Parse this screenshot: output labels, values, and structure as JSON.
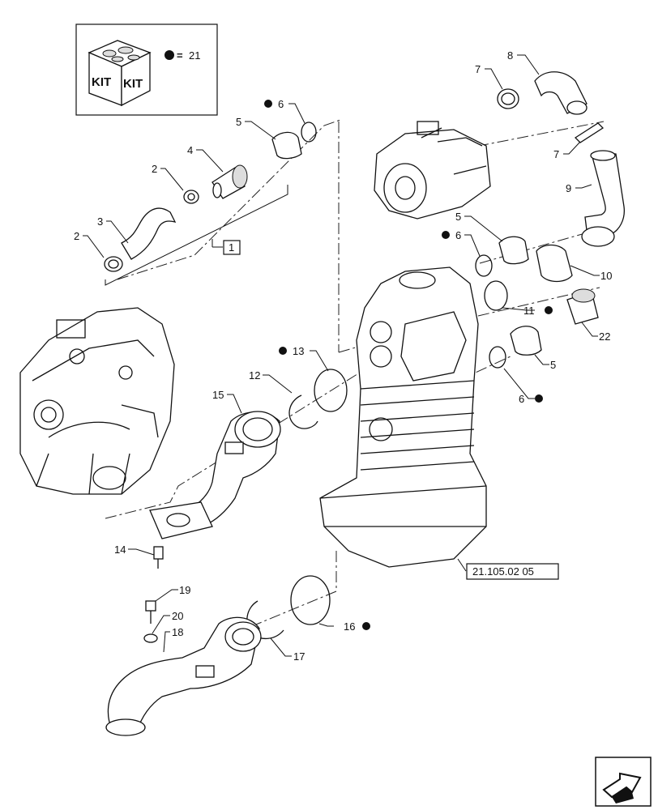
{
  "kit_legend": {
    "kit_text_1": "KIT",
    "kit_text_2": "KIT",
    "equals": "=",
    "kit_number": "21"
  },
  "callouts": {
    "c1": "1",
    "c2a": "2",
    "c2b": "2",
    "c3": "3",
    "c4": "4",
    "c5a": "5",
    "c5b": "5",
    "c5c": "5",
    "c6a": "6",
    "c6b": "6",
    "c6c": "6",
    "c7a": "7",
    "c7b": "7",
    "c8": "8",
    "c9": "9",
    "c10": "10",
    "c11": "11",
    "c12": "12",
    "c13": "13",
    "c14": "14",
    "c15": "15",
    "c16": "16",
    "c17": "17",
    "c18": "18",
    "c19": "19",
    "c20": "20",
    "c22": "22"
  },
  "reference": "21.105.02 05",
  "nav_icon": "arrow-icon"
}
